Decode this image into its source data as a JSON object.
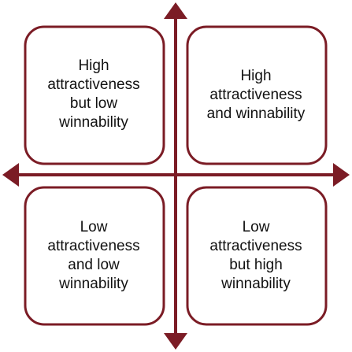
{
  "colors": {
    "accent": "#7b1c25",
    "text": "#111111",
    "background": "#ffffff"
  },
  "quadrants": {
    "top_left": [
      "High",
      "attractiveness",
      "but low",
      "winnability"
    ],
    "top_right": [
      "High",
      "attractiveness",
      "and winnability"
    ],
    "bottom_left": [
      "Low",
      "attractiveness",
      "and low",
      "winnability"
    ],
    "bottom_right": [
      "Low",
      "attractiveness",
      "but high",
      "winnability"
    ]
  }
}
